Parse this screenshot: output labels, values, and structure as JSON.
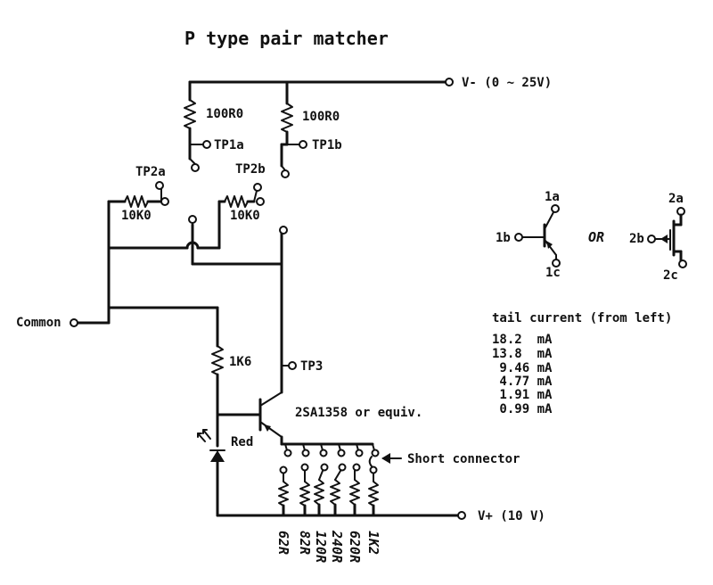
{
  "title": "P type pair matcher",
  "terminals": {
    "vminus": "V- (0 ~ 25V)",
    "vplus": "V+ (10 V)",
    "common": "Common",
    "tp1a": "TP1a",
    "tp1b": "TP1b",
    "tp2a": "TP2a",
    "tp2b": "TP2b",
    "tp3": "TP3"
  },
  "components": {
    "r_100a": "100R0",
    "r_100b": "100R0",
    "r_10ka": "10K0",
    "r_10kb": "10K0",
    "r_1k6": "1K6",
    "transistor": "2SA1358 or equiv.",
    "led": "Red",
    "short_connector": "Short connector"
  },
  "tail_resistors": [
    "62R",
    "82R",
    "120R",
    "240R",
    "620R",
    "1K2"
  ],
  "pinout": {
    "bjt": {
      "collector_top": "1a",
      "base": "1b",
      "emitter_bottom": "1c"
    },
    "or": "OR",
    "fet": {
      "top": "2a",
      "gate": "2b",
      "bottom": "2c"
    }
  },
  "tail_current": {
    "heading": "tail current (from left)",
    "values": [
      "18.2  mA",
      "13.8  mA",
      " 9.46 mA",
      " 4.77 mA",
      " 1.91 mA",
      " 0.99 mA"
    ]
  },
  "colors": {
    "ink": "#111111",
    "background": "#ffffff"
  }
}
